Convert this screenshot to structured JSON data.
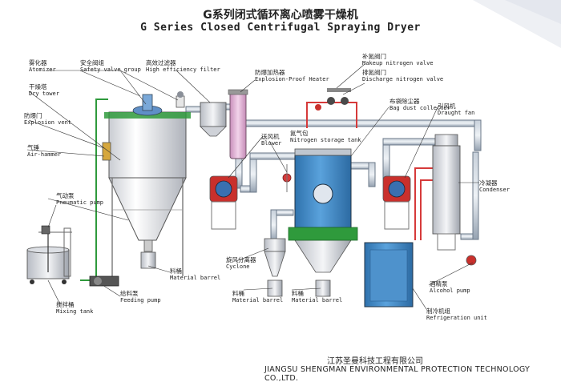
{
  "title": {
    "cn": "G系列闭式循环离心喷雾干燥机",
    "en": "G Series Closed Centrifugal Spraying Dryer"
  },
  "labels": [
    {
      "id": "atomizer",
      "cn": "雾化器",
      "en": "Atomizer"
    },
    {
      "id": "safety-valve",
      "cn": "安全阀组",
      "en": "Safety valve group"
    },
    {
      "id": "hepa-filter",
      "cn": "高效过滤器",
      "en": "High efficiency filter"
    },
    {
      "id": "heater",
      "cn": "防爆加热器",
      "en": "Explosion-Proof Heater"
    },
    {
      "id": "makeup-valve",
      "cn": "补氮阀门",
      "en": "Makeup nitrogen valve"
    },
    {
      "id": "discharge-valve",
      "cn": "排氮阀门",
      "en": "Discharge nitrogen valve"
    },
    {
      "id": "dry-tower",
      "cn": "干燥塔",
      "en": "Dry tower"
    },
    {
      "id": "explosion-vent",
      "cn": "防爆门",
      "en": "Explosion vent"
    },
    {
      "id": "bag-collector",
      "cn": "布袋除尘器",
      "en": "Bag dust collector"
    },
    {
      "id": "draught-fan",
      "cn": "引风机",
      "en": "Draught fan"
    },
    {
      "id": "air-hammer",
      "cn": "气锤",
      "en": "Air-hammer"
    },
    {
      "id": "blower",
      "cn": "送风机",
      "en": "Blower"
    },
    {
      "id": "nitrogen-tank",
      "cn": "氮气包",
      "en": "Nitrogen storage tank"
    },
    {
      "id": "condenser",
      "cn": "冷凝器",
      "en": "Condenser"
    },
    {
      "id": "pneumatic-pump",
      "cn": "气动泵",
      "en": "Pneumatic pump"
    },
    {
      "id": "cyclone",
      "cn": "旋风分离器",
      "en": "Cyclone"
    },
    {
      "id": "barrel-1",
      "cn": "料桶",
      "en": "Material barrel"
    },
    {
      "id": "barrel-2",
      "cn": "料桶",
      "en": "Material barrel"
    },
    {
      "id": "barrel-3",
      "cn": "料桶",
      "en": "Material barrel"
    },
    {
      "id": "alcohol-pump",
      "cn": "酒精泵",
      "en": "Alcohol pump"
    },
    {
      "id": "refrigeration",
      "cn": "制冷机组",
      "en": "Refrigeration unit"
    },
    {
      "id": "mixing-tank",
      "cn": "搅拌桶",
      "en": "Mixing tank"
    },
    {
      "id": "feeding-pump",
      "cn": "给料泵",
      "en": "Feeding pump"
    }
  ],
  "company": {
    "cn": "江苏圣曼科技工程有限公司",
    "en": "JIANGSU SHENGMAN ENVIRONMENTAL PROTECTION TECHNOLOGY CO.,LTD."
  },
  "colors": {
    "pipe": "#9aa8b8",
    "pipe_stroke": "#6b7888",
    "tank_blue": "#3f87c4",
    "heater_pink": "#e3b2d6",
    "red_pipe": "#d63a3a",
    "green_rail": "#2f9a3c",
    "fan_blue": "#3a70b0",
    "machine_red": "#c9302c"
  }
}
